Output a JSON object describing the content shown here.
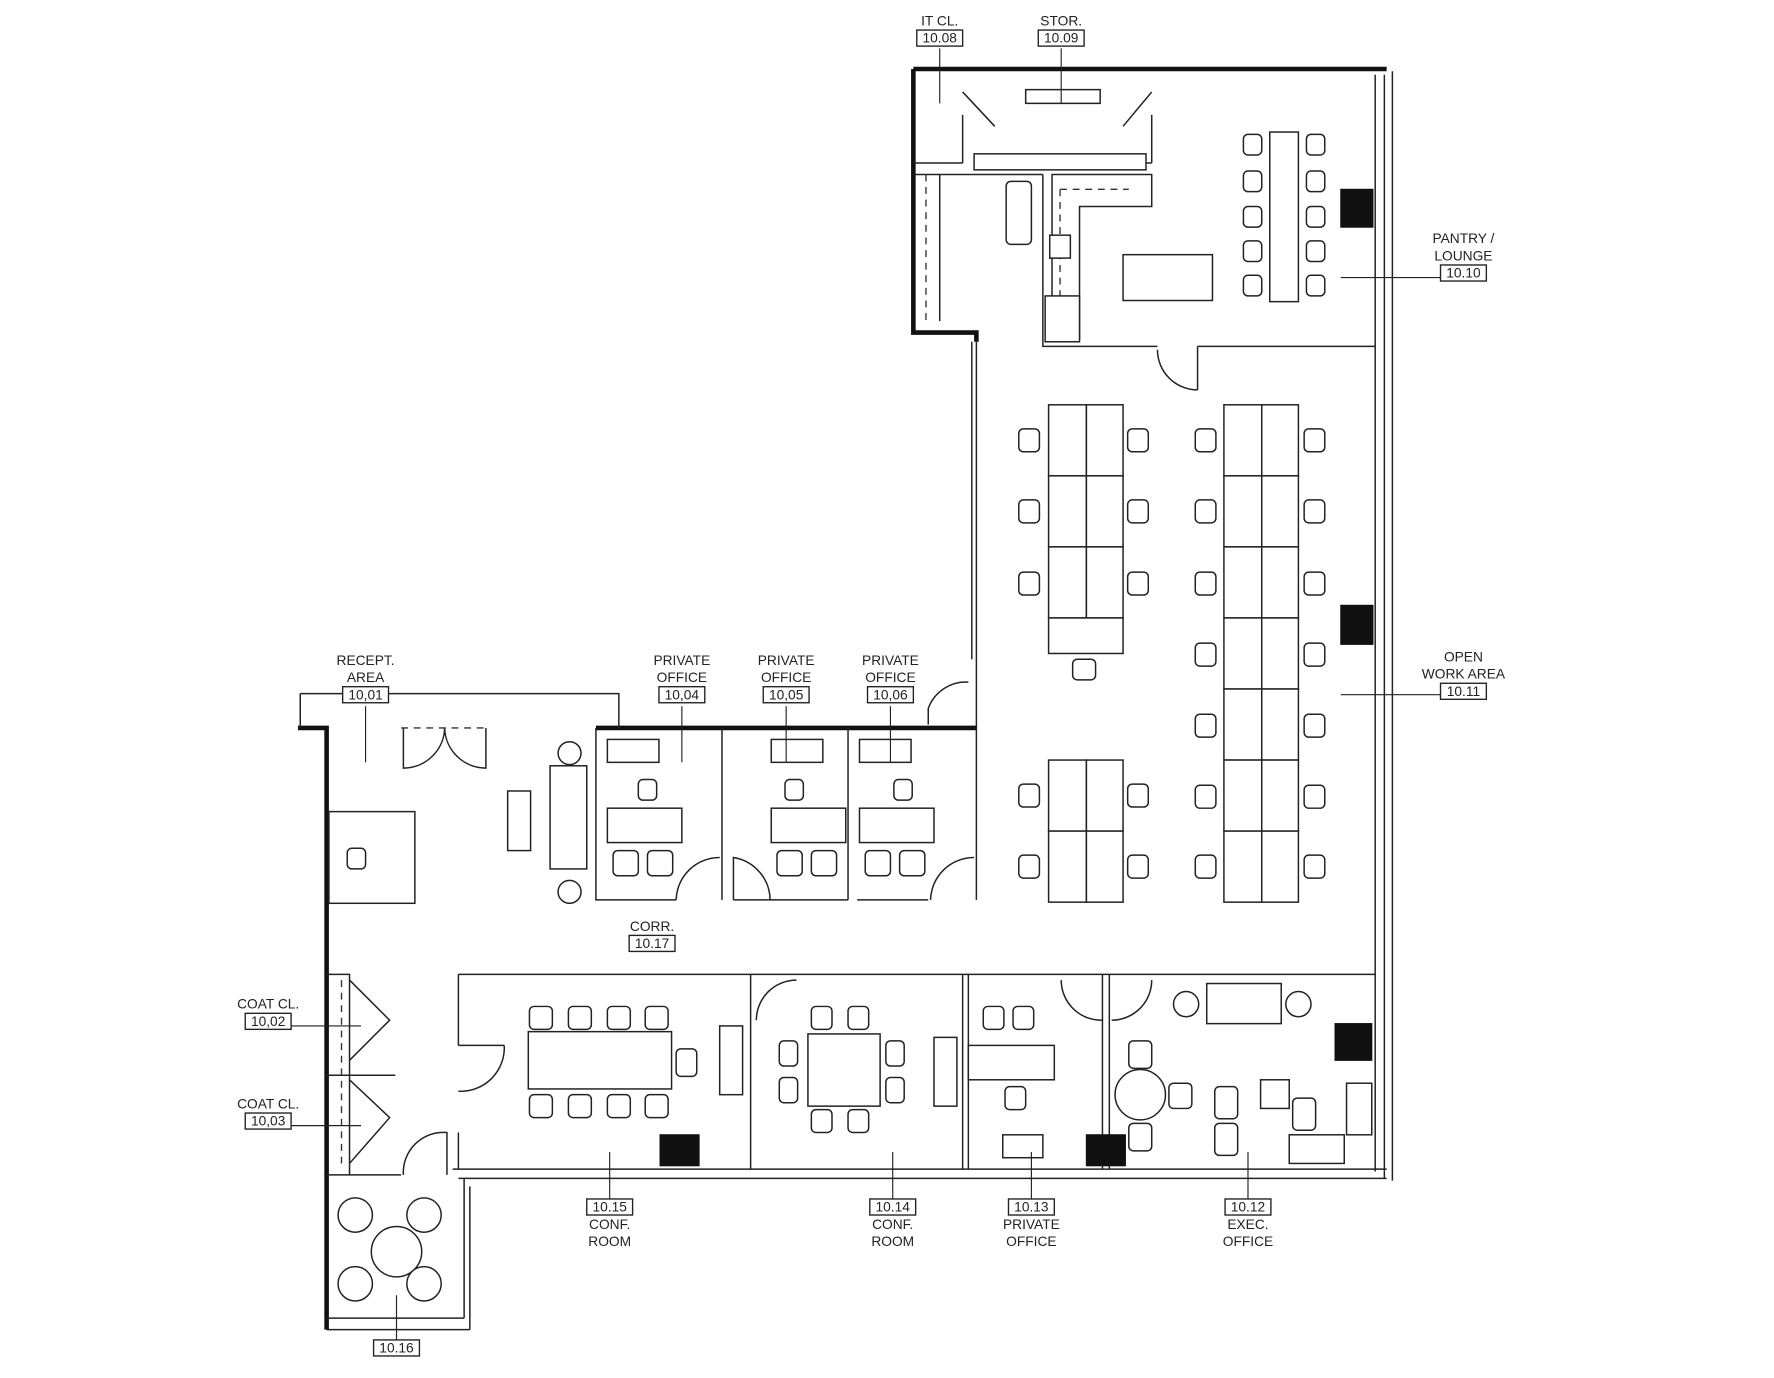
{
  "rooms": [
    {
      "id": "it",
      "name": [
        "IT CL."
      ],
      "number": "10.08"
    },
    {
      "id": "stor",
      "name": [
        "STOR."
      ],
      "number": "10.09"
    },
    {
      "id": "pantry",
      "name": [
        "PANTRY /",
        "LOUNGE"
      ],
      "number": "10.10"
    },
    {
      "id": "open",
      "name": [
        "OPEN",
        "WORK AREA"
      ],
      "number": "10.11"
    },
    {
      "id": "recept",
      "name": [
        "RECEPT.",
        "AREA"
      ],
      "number": "10,01"
    },
    {
      "id": "po4",
      "name": [
        "PRIVATE",
        "OFFICE"
      ],
      "number": "10,04"
    },
    {
      "id": "po5",
      "name": [
        "PRIVATE",
        "OFFICE"
      ],
      "number": "10,05"
    },
    {
      "id": "po6",
      "name": [
        "PRIVATE",
        "OFFICE"
      ],
      "number": "10,06"
    },
    {
      "id": "corr",
      "name": [
        "CORR."
      ],
      "number": "10.17"
    },
    {
      "id": "coat2",
      "name": [
        "COAT CL."
      ],
      "number": "10,02"
    },
    {
      "id": "coat3",
      "name": [
        "COAT CL."
      ],
      "number": "10,03"
    },
    {
      "id": "conf15",
      "name": [
        "CONF.",
        "ROOM"
      ],
      "number": "10.15"
    },
    {
      "id": "conf14",
      "name": [
        "CONF.",
        "ROOM"
      ],
      "number": "10.14"
    },
    {
      "id": "po13",
      "name": [
        "PRIVATE",
        "OFFICE"
      ],
      "number": "10.13"
    },
    {
      "id": "exec",
      "name": [
        "EXEC.",
        "OFFICE"
      ],
      "number": "10.12"
    },
    {
      "id": "r16",
      "name": [],
      "number": "10.16"
    }
  ]
}
